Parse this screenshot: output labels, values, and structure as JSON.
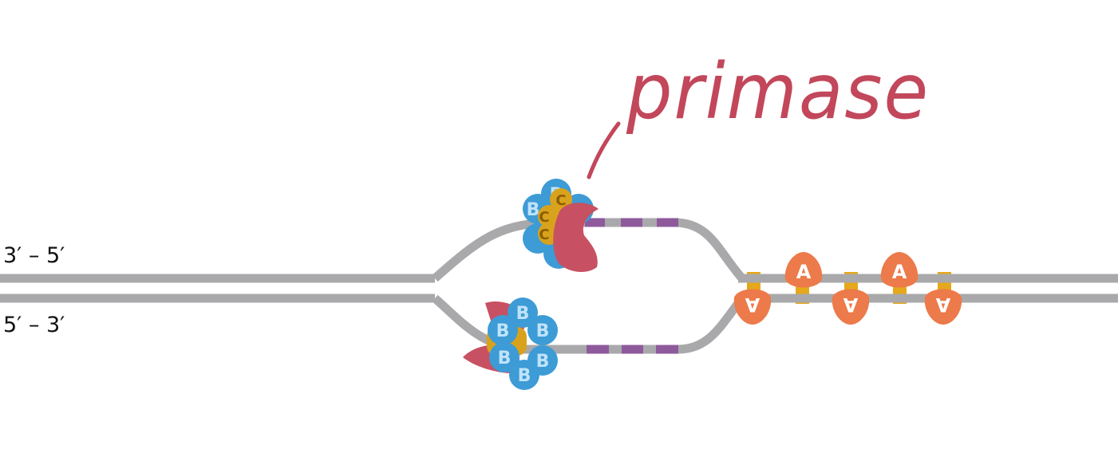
{
  "labels": {
    "strand_top": "3′ – 5′",
    "strand_bottom": "5′ – 3′",
    "enzyme": "primase"
  },
  "protein_letters": {
    "helicase": "A",
    "ssb": "B",
    "clamp": "C"
  },
  "colors": {
    "strand": "#a9a9ab",
    "primer": "#8e5a9c",
    "base_pair": "#e6a81b",
    "helicase": "#ec7a4a",
    "ssb_protein": "#3d9bd6",
    "ssb_letter": "#bfe3fa",
    "clamp": "#d9a21c",
    "clamp_letter": "#8a5e00",
    "primase": "#c75162",
    "label_pink": "#c2475b"
  }
}
